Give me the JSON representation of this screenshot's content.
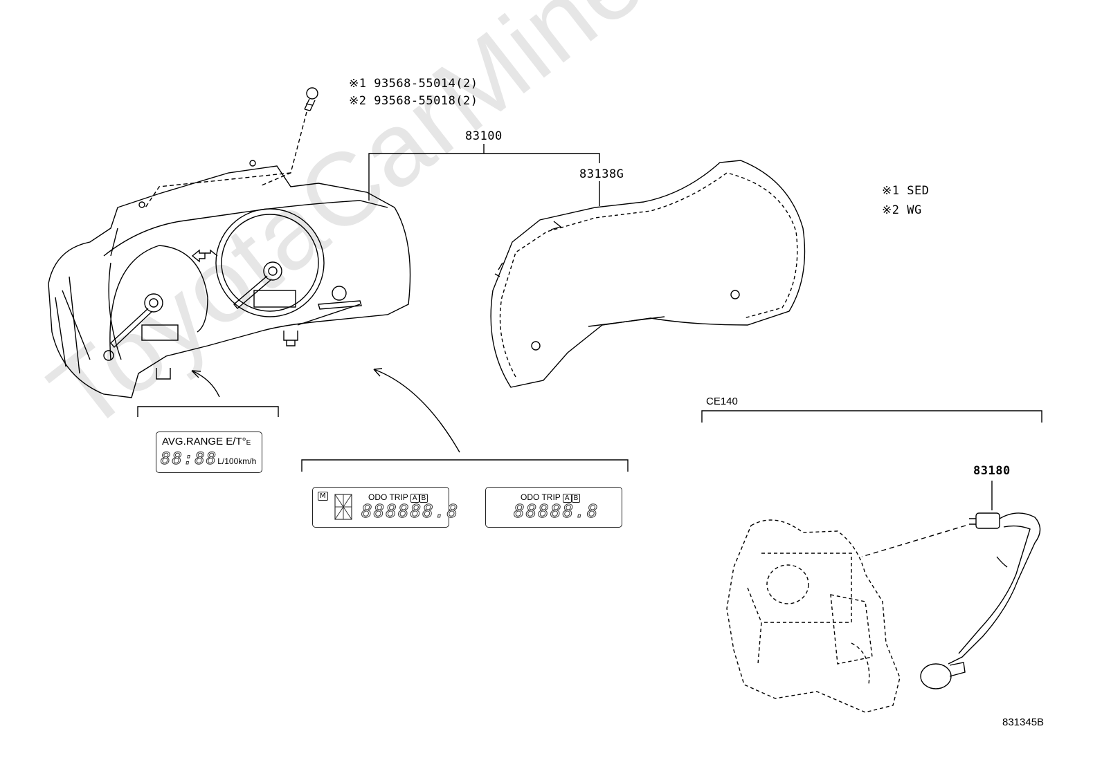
{
  "watermark": "ToyotaCarMine.ru",
  "callouts": {
    "screw_1": "※1 93568-55014(2)",
    "screw_2": "※2 93568-55018(2)",
    "meter_assy": "83100",
    "glass": "83138G",
    "sensor": "83180",
    "engine_code": "CE140"
  },
  "legend": {
    "item_1": "※1 SED",
    "item_2": "※2 WG"
  },
  "displays": {
    "avg": {
      "line1": "AVG.RANGE E/T°",
      "line1_suffix": "E",
      "digits": "88:88",
      "unit": "L/100km/h"
    },
    "odo_trip_m": {
      "badge": "M",
      "label": "ODO TRIP",
      "a": "A",
      "b": "B",
      "digits": "888888.8"
    },
    "odo_trip": {
      "label": "ODO TRIP",
      "a": "A",
      "b": "B",
      "digits": "88888.8"
    }
  },
  "figure_id": "831345B"
}
